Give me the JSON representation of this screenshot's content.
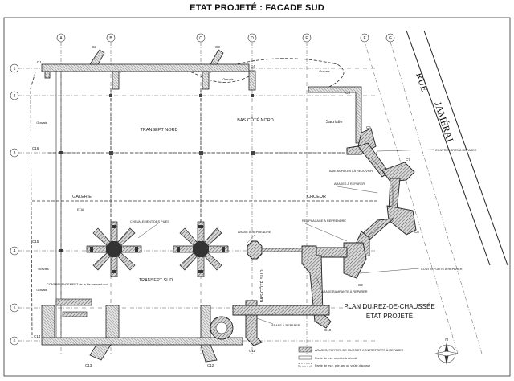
{
  "title": "ETAT PROJETÉ : FACADE SUD",
  "plan_title": [
    "PLAN DU REZ-DE-CHAUSSÉE",
    "ETAT PROJETÉ"
  ],
  "street": [
    "RUE",
    "JAMÉRAI"
  ],
  "columns": [
    "A",
    "B",
    "C",
    "D",
    "E",
    "F",
    "G"
  ],
  "rows": [
    "1",
    "2",
    "3",
    "4",
    "5",
    "6"
  ],
  "rooms": {
    "transept_nord": "TRANSEPT NORD",
    "bas_cote_nord": "BAS CÔTÉ NORD",
    "sacristie": "Sacristie",
    "galerie": "GALERIE",
    "choeur": "CHOEUR",
    "transept_sud": "TRANSEPT SUD",
    "bas_cote_sud": "BAS CÔTÉ SUD",
    "gravats_1": "Gravats",
    "gravats_2": "Gravats",
    "gravats_3": "Gravats",
    "gravats_4": "Gravats",
    "gravats_5": "Gravats"
  },
  "buttresses": [
    "C1",
    "C2",
    "C3",
    "C4",
    "C5",
    "C6",
    "C7",
    "C8",
    "C9",
    "C10",
    "C11",
    "C12",
    "C13",
    "C14",
    "C15",
    "C16"
  ],
  "annotations": {
    "chevalement": "CHEVALEMENT DES PILES",
    "arase": "ARASE À REPRENDRE",
    "remplacage": "REMPLAÇAGE À REPRENDRE",
    "contreforts_1": "CONTREFORTS À REPARER",
    "contreforts_2": "CONTREFORTS À REPARER",
    "baie": "BAIE NORD-EST À REOUVRIR",
    "arases_reparer": "ARASES À REPARER",
    "arase_rampante": "ARASE RAMPANTE À REPARER",
    "arase_reparer": "ARASE À REPARER",
    "contreventement": "CONTREVENTEMENT de la file transept sud",
    "etai": "ETAI"
  },
  "legend": [
    "ARASES, PARTIES DE MURS ET CONTREFORTS À REPARER",
    "Partie de mur recréée à démolir",
    "Partie de mur, pile, arc ou voûte disparue"
  ],
  "north_label": "N"
}
